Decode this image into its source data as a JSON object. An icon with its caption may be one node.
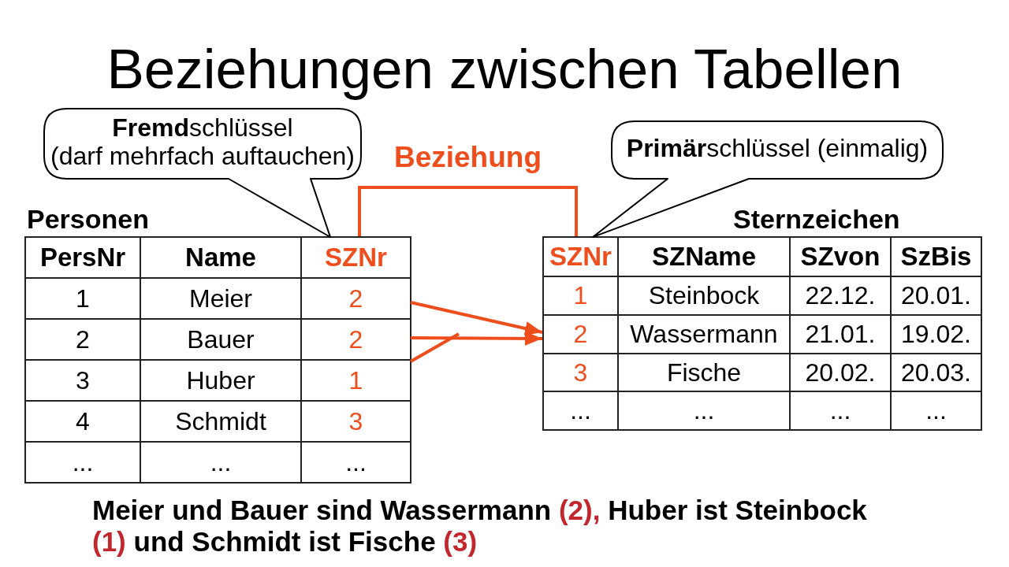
{
  "diagram": {
    "title": "Beziehungen zwischen Tabellen",
    "caption": "Meier und Bauer sind Wassermann (2), Huber ist Steinbock (1) und Schmidt ist Fische (3)",
    "nodes": [
      {
        "text": [
          "**Fremd**schlüssel (darf mehrfach auftauchen)"
        ]
      },
      {
        "text": [
          "**Primär**schlüssel (einmalig)"
        ]
      },
      {
        "text": [
          "Personen"
        ]
      },
      {
        "text": [
          "PersNr"
        ],
        "in": 2
      },
      {
        "text": [
          "Name"
        ],
        "in": 2
      },
      {
        "text": [
          "SZNr"
        ],
        "in": 2
      },
      {
        "text": [
          "1"
        ],
        "in": 2
      },
      {
        "text": [
          "Meier"
        ],
        "in": 2
      },
      {
        "text": [
          "2"
        ],
        "in": 2
      },
      {
        "text": [
          "2"
        ],
        "in": 2
      },
      {
        "text": [
          "Bauer"
        ],
        "in": 2
      },
      {
        "text": [
          "2"
        ],
        "in": 2
      },
      {
        "text": [
          "3"
        ],
        "in": 2
      },
      {
        "text": [
          "Huber"
        ],
        "in": 2
      },
      {
        "text": [
          "1"
        ],
        "in": 2
      },
      {
        "text": [
          "4"
        ],
        "in": 2
      },
      {
        "text": [
          "Schmidt"
        ],
        "in": 2
      },
      {
        "text": [
          "3"
        ],
        "in": 2
      },
      {
        "text": [
          "..."
        ],
        "in": 2
      },
      {
        "text": [
          "..."
        ],
        "in": 2
      },
      {
        "text": [
          "..."
        ],
        "in": 2
      },
      {
        "text": [
          "Sternzeichen"
        ]
      },
      {
        "text": [
          "SZNr"
        ],
        "in": 21
      },
      {
        "text": [
          "SZName"
        ],
        "in": 21
      },
      {
        "text": [
          "SZvon"
        ],
        "in": 21
      },
      {
        "text": [
          "SzBis"
        ],
        "in": 21
      },
      {
        "text": [
          "1"
        ],
        "in": 21
      },
      {
        "text": [
          "Steinbock"
        ],
        "in": 21
      },
      {
        "text": [
          "22.12."
        ],
        "in": 21
      },
      {
        "text": [
          "20.01."
        ],
        "in": 21
      },
      {
        "text": [
          "2"
        ],
        "in": 21
      },
      {
        "text": [
          "Wassermann"
        ],
        "in": 21
      },
      {
        "text": [
          "21.01."
        ],
        "in": 21
      },
      {
        "text": [
          "19.02."
        ],
        "in": 21
      },
      {
        "text": [
          "3"
        ],
        "in": 21
      },
      {
        "text": [
          "Fische"
        ],
        "in": 21
      },
      {
        "text": [
          "20.02."
        ],
        "in": 21
      },
      {
        "text": [
          "20.03."
        ],
        "in": 21
      },
      {
        "text": [
          "..."
        ],
        "in": 21
      },
      {
        "text": [
          "..."
        ],
        "in": 21
      },
      {
        "text": [
          "..."
        ],
        "in": 21
      },
      {
        "text": [
          "..."
        ],
        "in": 21
      }
    ],
    "edges": [
      {
        "from": 0,
        "to": 5,
        "arrow": "none",
        "color": "#000000"
      },
      {
        "from": 1,
        "to": 22,
        "arrow": "none",
        "color": "#000000"
      },
      {
        "from": 5,
        "to": 22,
        "arrow": "none",
        "label": "Beziehung",
        "color": "#ee4d1c"
      },
      {
        "from": 8,
        "to": 30,
        "arrow": "to",
        "color": "#ee4d1c"
      },
      {
        "from": 11,
        "to": 30,
        "arrow": "to",
        "color": "#ee4d1c"
      },
      {
        "from": 14,
        "to": null,
        "arrow": "none",
        "color": "#ee4d1c"
      }
    ]
  }
}
